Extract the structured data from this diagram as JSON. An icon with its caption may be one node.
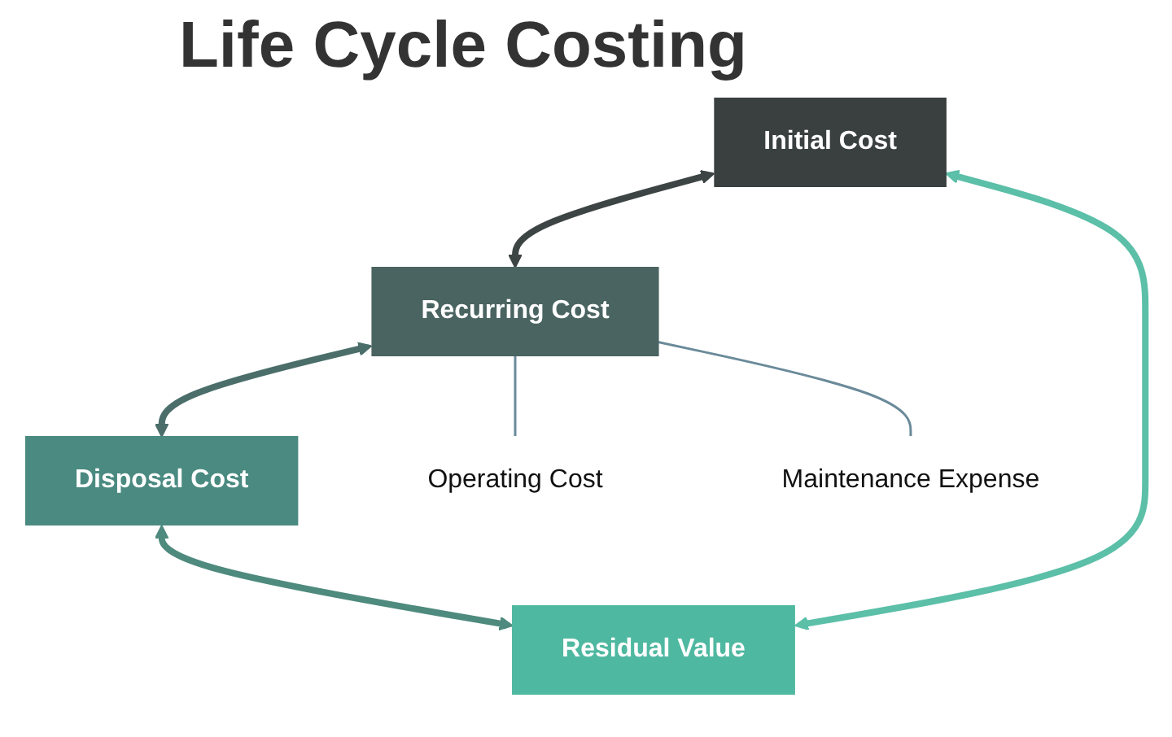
{
  "diagram": {
    "title": "Life Cycle Costing",
    "nodes": [
      {
        "text": [
          "Initial Cost"
        ]
      },
      {
        "text": [
          "Residual Value"
        ]
      },
      {
        "text": [
          "Recurring Cost"
        ]
      },
      {
        "text": [
          "Disposal Cost"
        ]
      },
      {
        "text": [
          "Operating Cost"
        ]
      },
      {
        "text": [
          "Maintenance Expense"
        ]
      }
    ],
    "edges": [
      {
        "from": 0,
        "to": 2,
        "arrow": "both",
        "color": "#3d4444"
      },
      {
        "from": 2,
        "to": 3,
        "arrow": "both",
        "color": "#4b6e6a"
      },
      {
        "from": 3,
        "to": 1,
        "arrow": "both",
        "color": "#4f8a7e"
      },
      {
        "from": 1,
        "to": 0,
        "arrow": "both",
        "color": "#5cbfa8"
      },
      {
        "from": 2,
        "to": 4,
        "arrow": "none"
      },
      {
        "from": 2,
        "to": 5,
        "arrow": "none"
      }
    ]
  }
}
